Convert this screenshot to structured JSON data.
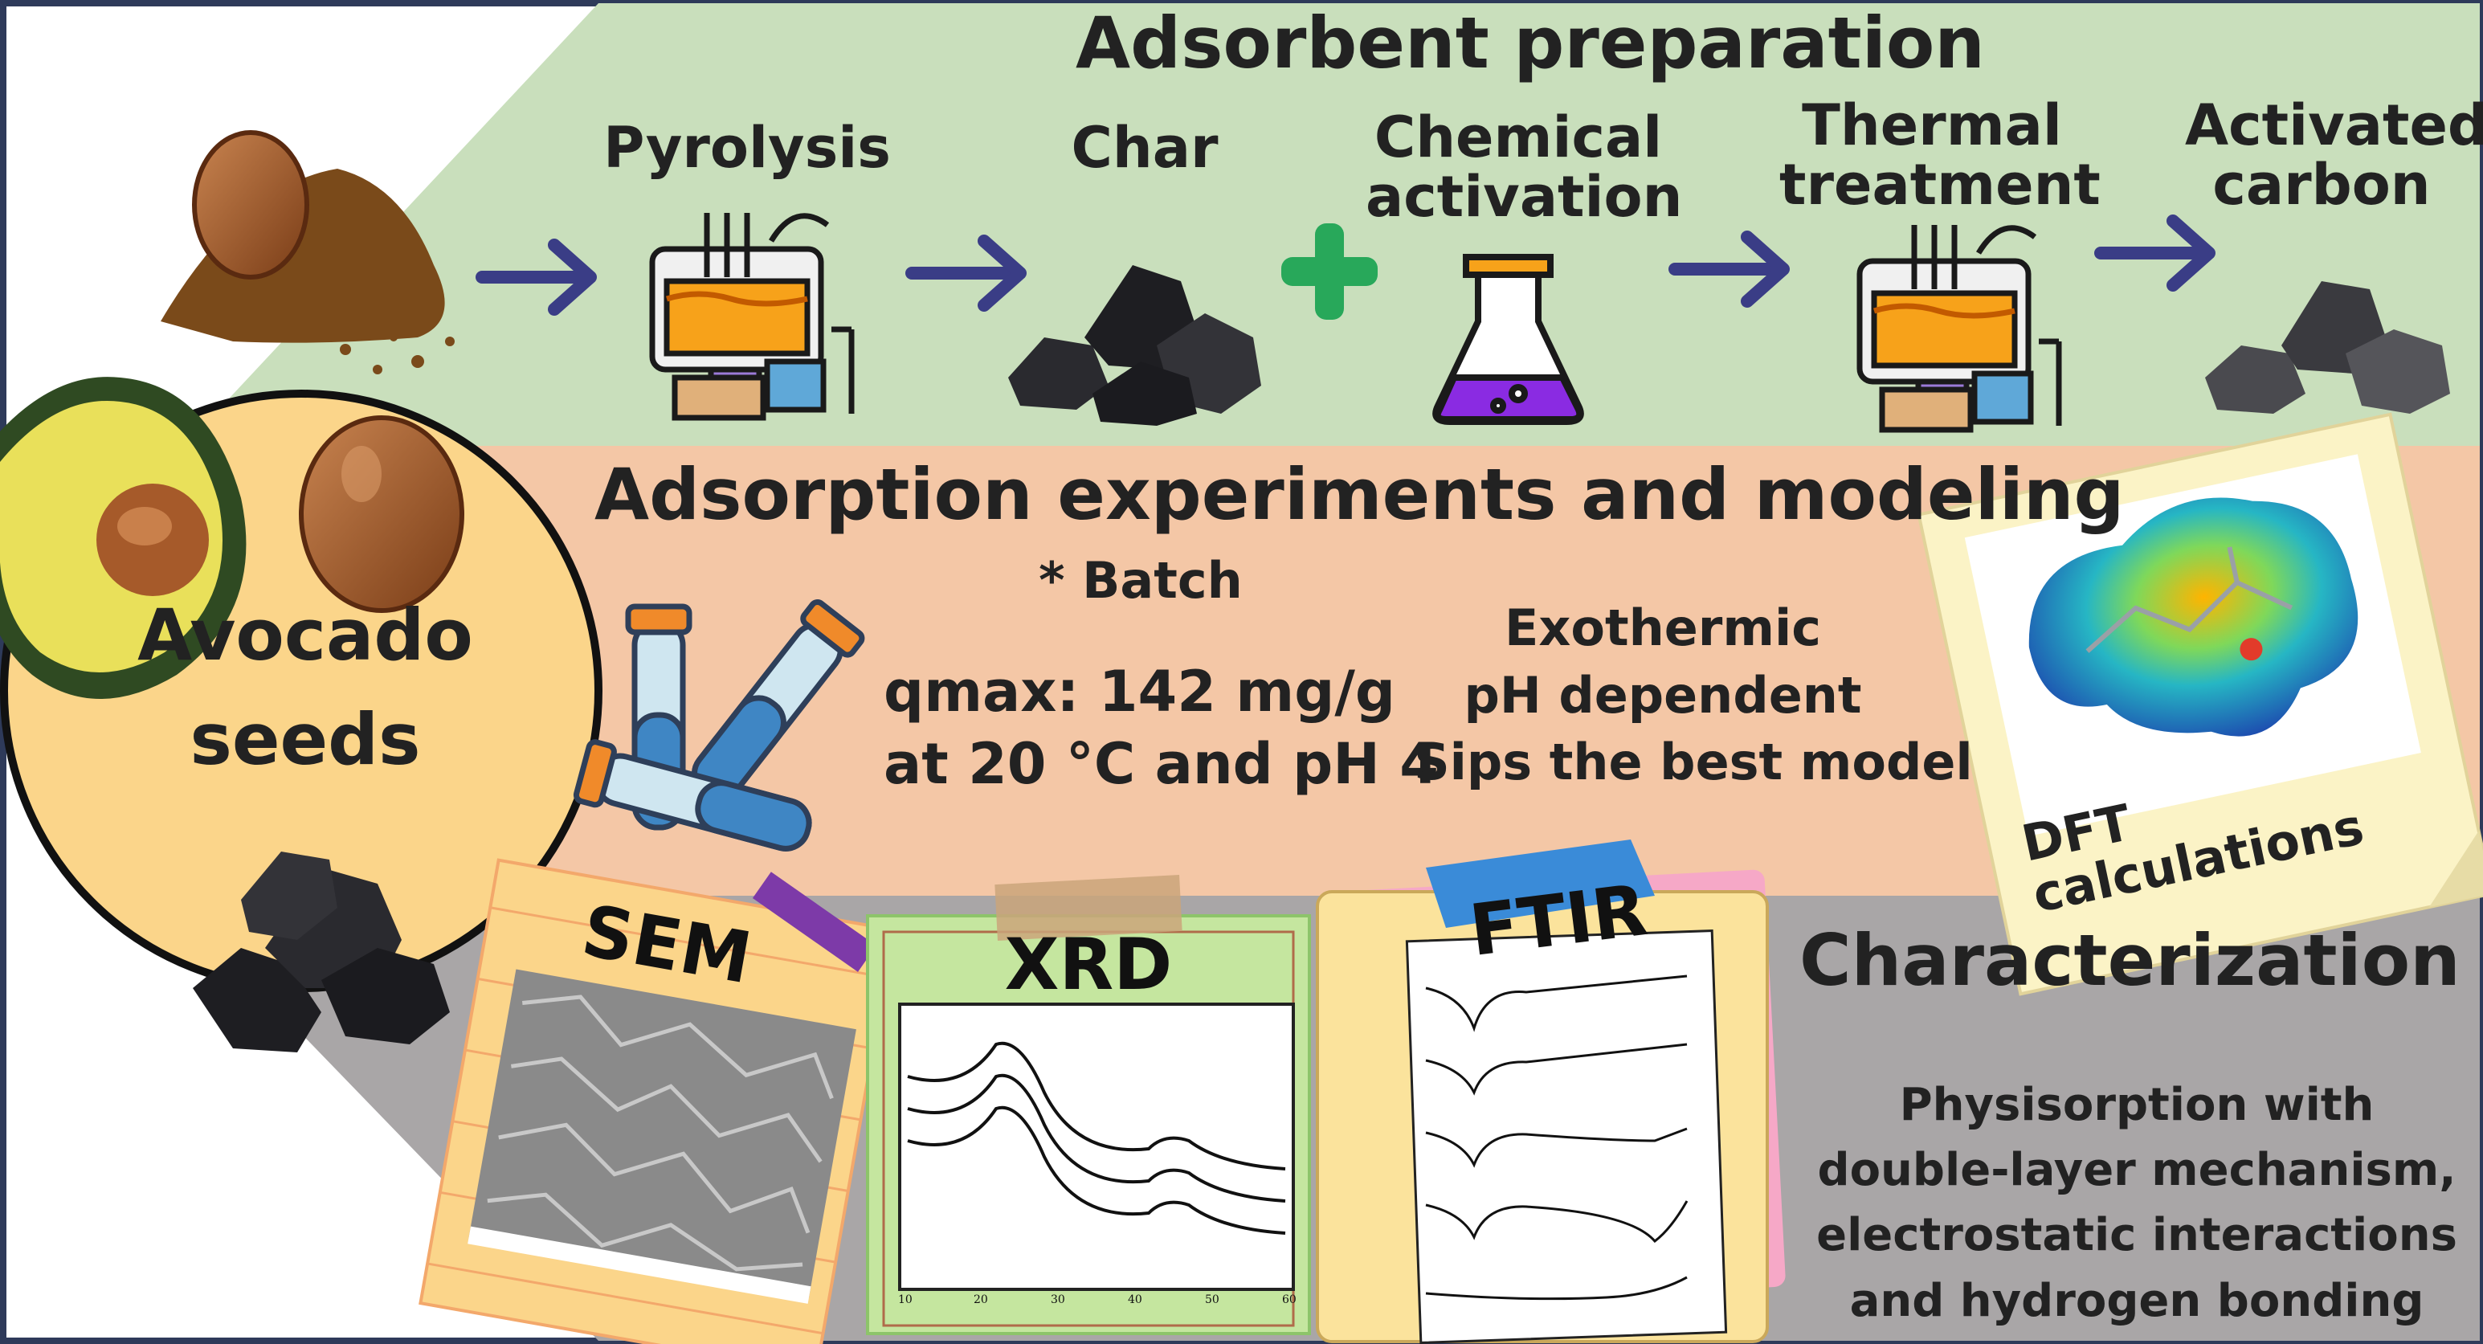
{
  "sections": {
    "preparation_title": "Adsorbent preparation",
    "adsorption_title": "Adsorption experiments and modeling",
    "characterization_title": "Characterization"
  },
  "steps": {
    "pyrolysis": "Pyrolysis",
    "char": "Char",
    "chemical_activation": [
      "Chemical",
      "activation"
    ],
    "thermal_treatment": [
      "Thermal",
      "treatment"
    ],
    "activated_carbon": [
      "Activated",
      "carbon"
    ]
  },
  "source": {
    "label": [
      "Avocado",
      "seeds"
    ]
  },
  "adsorption": {
    "mode": "* Batch",
    "qmax": "qmax: 142 mg/g",
    "conditions": "at 20 °C and pH 4",
    "findings": [
      "Exothermic",
      "pH dependent",
      "Sips the best model"
    ]
  },
  "dft": {
    "label": [
      "DFT",
      "calculations"
    ]
  },
  "characterization": {
    "sem_label": "SEM",
    "xrd_label": "XRD",
    "ftir_label": "FTIR",
    "xrd_ticks": [
      "10",
      "20",
      "30",
      "40",
      "50",
      "60"
    ],
    "mechanism": [
      "Physisorption with",
      "double-layer mechanism,",
      "electrostatic interactions",
      "and hydrogen bonding"
    ]
  },
  "colors": {
    "preparation_bg": "#c9dfbc",
    "adsorption_bg": "#f4c7a6",
    "characterization_bg": "#a9a6a7",
    "circle_fill": "#fbd58a",
    "arrow": "#3a3d86",
    "plus": "#28a85a",
    "flask_liquid": "#8a2be2"
  }
}
